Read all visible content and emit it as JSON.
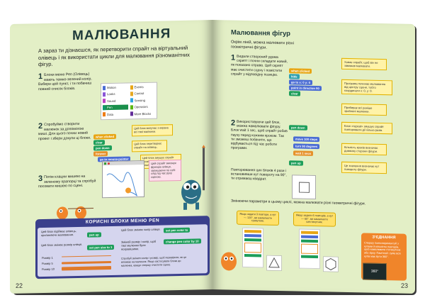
{
  "left_page": {
    "title": "МАЛЮВАННЯ",
    "intro": "А зараз ти дізнаєшся, як перетворити спрайт на віртуальний олівець і як використати цикли для малювання різноманітних фігур.",
    "step1": {
      "num": "1",
      "text": "Блоки меню Pen (Олівець) мають темно-зелений колір. Вибери цей пункт, і ти побачиш повний список блоків."
    },
    "categories": [
      {
        "label": "Motion",
        "color": "#4a6cd4",
        "selected": false
      },
      {
        "label": "Events",
        "color": "#e8a615",
        "selected": false
      },
      {
        "label": "Looks",
        "color": "#8a55d7",
        "selected": false
      },
      {
        "label": "Control",
        "color": "#e6a822",
        "selected": false
      },
      {
        "label": "Sound",
        "color": "#bb42c3",
        "selected": false
      },
      {
        "label": "Sensing",
        "color": "#2ca5e2",
        "selected": false
      },
      {
        "label": "Pen",
        "color": "#0e9a6c",
        "selected": true
      },
      {
        "label": "Operators",
        "color": "#5cb712",
        "selected": false
      },
      {
        "label": "Data",
        "color": "#ee7d16",
        "selected": false
      },
      {
        "label": "More Blocks",
        "color": "#632d99",
        "selected": false
      }
    ],
    "step2": {
      "num": "2",
      "text": "Спробуймо створити малюнок за допомогою миші. Для цього почни новий проект і збери докупи ці блоки."
    },
    "step2_blocks": [
      "when clicked",
      "clear",
      "pen down",
      "forever",
      "go to mouse-pointer"
    ],
    "step2_notes": [
      "Цей блок вилучає з екрана всі твої малюнки.",
      "Цей блок перетворює спрайт на олівець.",
      "Цей блок змушує спрайт рухатися за вказівником миші."
    ],
    "step3": {
      "num": "3",
      "text": "Потім клацни мишею на зеленому прапорці та спробуй посовати мишею по сцені."
    },
    "step3_note": "Цей спрайт виконує функцію олівця, залишаючи по собі слід під час руху сценою.",
    "purple": {
      "title": "КОРИСНІ БЛОКИ МЕНЮ PEN",
      "texts": [
        "Цей блок підіймає олівець, припиняючи малювання.",
        "Цей блок змінює колір олівця.",
        "Цей блок змінює розмір олівця.",
        "Змінюй розмір і колір, щоб твої малюнки були яскравішими."
      ],
      "blocks": [
        "pen up",
        "set pen size to 1",
        "set pen color to",
        "change pen color by 10"
      ],
      "sizes": [
        "Розмір 1",
        "Розмір 5",
        "Розмір 10"
      ],
      "tip": "Спробуй змінити колір і розмір, щоб перевірити, як це впливає на малюнок. Якщо застосувати блоки до малюнка, краще спершу очистити сцену."
    },
    "page_number": "22"
  },
  "right_page": {
    "title": "Малювання фігур",
    "intro": "Окрім ліній, можна малювати різні геометричні фігури.",
    "step1": {
      "num": "1",
      "text": "Видали створений удома скрипт і почни складати новий, як показано справа. Цей скрипт має очистити сцену і помістити спрайт у відповідну позицію."
    },
    "script_blocks": [
      "when clicked",
      "hide",
      "go to x: 0 y: 0",
      "point in direction 90",
      "clear",
      "pen down",
      "move 100 steps",
      "turn 90 degrees",
      "wait 1 secs",
      "pen up"
    ],
    "side_notes": [
      "Ховає спрайт, щоб він не заважав малювати.",
      "Програма починає малювання від центру сцени, тобто координати x: 0, y: 0.",
      "Прибирає всі раніше зроблені малюнки.",
      "Блок «repeat» змушує спрайт повторювати дії кілька разів.",
      "Кількість кроків визначає довжину сторони фігури.",
      "Це значення визначає кут повороту фігури."
    ],
    "step2": {
      "num": "2",
      "text": "Використовуючи цей блок, можна намалювати фігуру. Блок wait 1 sec, щоб спрайт робив паузу перед кожним кроком. Так ти зможеш побачити, що відбувається під час роботи програми."
    },
    "step3": {
      "text": "Повторювання цих блоків 4 рази і встановивши кут повороту на 90°, ти отримаєш квадрат."
    },
    "bottom_text": "Змінюючи параметри в цьому циклі, можна малювати різні геометричні фігури.",
    "tips": [
      "Якщо задати 3 повтори, а кут — 120°, ви намалюєте трикутник.",
      "Якщо задати 6 повторів, а кут — 60°, ви намалюєте шестикутник."
    ],
    "task": {
      "title": "З'ЄДНАННЯ",
      "text": "Спершу поекспериментуй з кутами й кількістю повторів, щоб намалювати п'ятикутник або зірку. Пам'ятай: сума всіх кутів має бути 360°."
    },
    "chalk_label": "360°",
    "page_number": "23"
  }
}
